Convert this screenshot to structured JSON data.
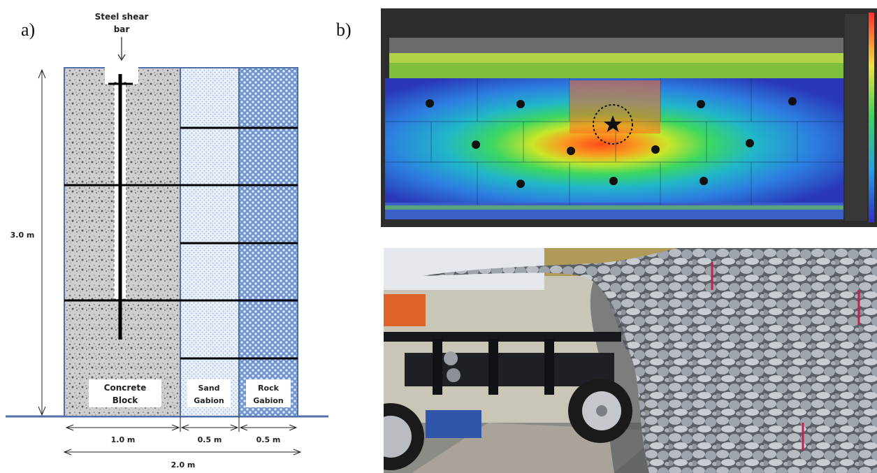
{
  "panel_a": {
    "label": "a)",
    "steel_label_line1": "Steel shear",
    "steel_label_line2": "bar",
    "height_label": "3.0 m",
    "concrete_line1": "Concrete",
    "concrete_line2": "Block",
    "sand_line1": "Sand",
    "sand_line2": "Gabion",
    "rock_line1": "Rock",
    "rock_line2": "Gabion",
    "dim_concrete": "1.0 m",
    "dim_sand": "0.5 m",
    "dim_rock": "0.5 m",
    "dim_total": "2.0 m"
  },
  "panel_b": {
    "label": "b)",
    "top_description": "Displacement contour map of gabion wall face with measurement points",
    "bottom_description": "Photograph of deformed rock gabion wall after loading"
  },
  "colors": {
    "frame_blue": "#4f6fa8",
    "concrete_grey": "#c9c9c9",
    "sand_blue": "#dfe9f7",
    "rock_blue": "#8fb0de"
  }
}
